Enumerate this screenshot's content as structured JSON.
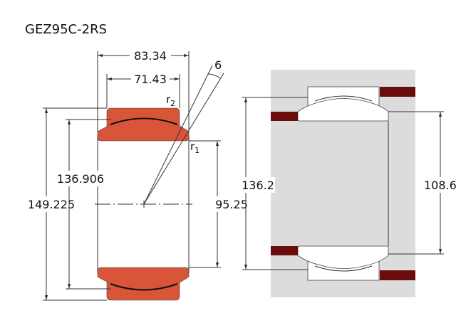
{
  "title": "GEZ95C-2RS",
  "dimensions": {
    "outer_width": "83.34",
    "inner_width": "71.43",
    "tilt_angle": "6",
    "r2": "r",
    "r2_sub": "2",
    "r1": "r",
    "r1_sub": "1",
    "sphere_diameter": "136.906",
    "outer_diameter": "149.225",
    "bore_diameter": "95.25",
    "housing_shoulder": "136.2",
    "shaft_shoulder": "108.6"
  },
  "colors": {
    "ring": "#d9553a",
    "housing": "#dcdcdc",
    "seal_bar": "#6b0c0c"
  }
}
